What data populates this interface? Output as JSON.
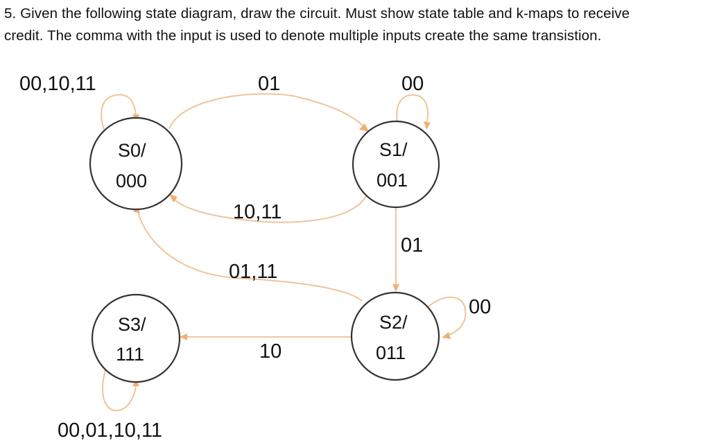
{
  "question": {
    "line1": "5. Given the following state diagram, draw the circuit. Must show state table and k-maps to receive",
    "line2": "credit. The comma with the input is used to denote multiple inputs create the same transistion."
  },
  "states": {
    "s0": {
      "name": "S0/",
      "output": "000"
    },
    "s1": {
      "name": "S1/",
      "output": "001"
    },
    "s2": {
      "name": "S2/",
      "output": "011"
    },
    "s3": {
      "name": "S3/",
      "output": "111"
    }
  },
  "transitions": {
    "s0_self": "00,10,11",
    "s0_to_s1": "01",
    "s1_self": "00",
    "s1_to_s0": "10,11",
    "s1_to_s2": "01",
    "s2_to_s0": "01,11",
    "s2_self": "00",
    "s2_to_s3": "10",
    "s3_self": "00,01,10,11"
  },
  "colors": {
    "arrow": "#f0c49a",
    "arrowhead": "#f0b072",
    "circle_stroke": "#333333"
  }
}
